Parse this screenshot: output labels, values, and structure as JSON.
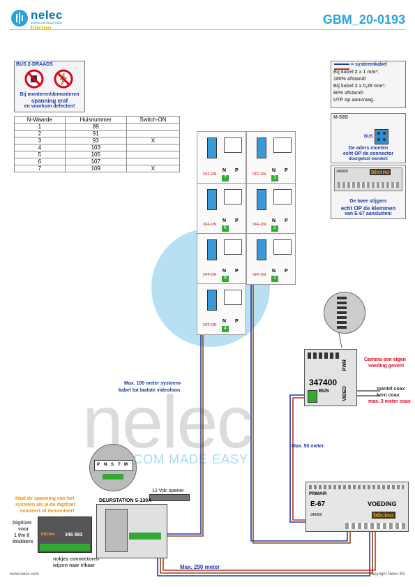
{
  "header": {
    "brand": "nelec",
    "brand_sub": "INTERCOM MADE EASY",
    "brand_partner": "bticino",
    "doc_id": "GBM_20-0193"
  },
  "bus_box": {
    "title": "BUS 2-DRAADS",
    "warning_line1": "Bij monteren/demonteren",
    "warning_line2": "spanning eraf",
    "warning_line3": "en voorkom defecten!"
  },
  "table": {
    "headers": [
      "N-Waarde",
      "Huisnummer",
      "Switch-ON"
    ],
    "rows": [
      [
        "1",
        "89",
        ""
      ],
      [
        "2",
        "91",
        ""
      ],
      [
        "3",
        "93",
        "X"
      ],
      [
        "4",
        "103",
        ""
      ],
      [
        "5",
        "105",
        ""
      ],
      [
        "6",
        "107",
        ""
      ],
      [
        "7",
        "109",
        "X"
      ]
    ]
  },
  "legend_box": {
    "title": "= systeemkabel",
    "line1": "Bij kabel 2 x 1 mm²:",
    "line2": "180% afstand!",
    "line3": "Bij kabel 2 x 0,28 mm²:",
    "line4": "60% afstand!",
    "line5": "UTP op aanvraag."
  },
  "m50b_box": {
    "title": "M-50B",
    "bus_label": "BUS",
    "note1": "De aders moeten",
    "note2": "echt OP de connector",
    "note3": "doorgelust worden!"
  },
  "psu_small_box": {
    "code": "346050",
    "brand": "bticino",
    "note1": "De twee stijgers",
    "note2": "echt OP de klemmen",
    "note3": "van E-67 aansluiten!"
  },
  "videophones": [
    {
      "n": "7",
      "switch": "OFF-ON",
      "label_n": "N",
      "label_p": "P"
    },
    {
      "n": "3",
      "switch": "OFF-ON",
      "label_n": "N",
      "label_p": "P"
    },
    {
      "n": "6",
      "switch": "OFF-ON",
      "label_n": "N",
      "label_p": "P"
    },
    {
      "n": "2",
      "switch": "OFF-ON",
      "label_n": "N",
      "label_p": "P"
    },
    {
      "n": "5",
      "switch": "OFF-ON",
      "label_n": "N",
      "label_p": "P"
    },
    {
      "n": "1",
      "switch": "OFF-ON",
      "label_n": "N",
      "label_p": "P"
    },
    {
      "n": "4",
      "switch": "OFF-ON",
      "label_n": "N",
      "label_p": "P"
    }
  ],
  "module_347400": {
    "code": "347400",
    "label_video": "VIDEO",
    "label_bus": "BUS",
    "label_pwr": "PWR",
    "camera_note1": "Camera een eigen",
    "camera_note2": "voeding geven!",
    "coax1": "mantel coax",
    "coax2": "kern coax",
    "coax3": "max. 3 meter coax"
  },
  "distances": {
    "d100_1": "Max. 100 meter systeem-",
    "d100_2": "kabel tot laatste videofoon",
    "d50": "Max. 50 meter",
    "d290": "Max. 290 meter"
  },
  "door_station": {
    "title": "DEURSTATION S-130A",
    "opener": "12 Vdc opener",
    "warn1": "Haal de spanning van het",
    "warn2": "systeem als je de digitizer",
    "warn3": "monteert of demonteert",
    "digitizer1": "Digitizer",
    "digitizer2": "voor",
    "digitizer3": "1 t/m 8",
    "digitizer4": "drukkers",
    "digitizer_code": "346 993",
    "nokjes1": "nokjes connectoren",
    "nokjes2": "wijzen naar elkaar",
    "terminals": [
      "P",
      "N",
      "S",
      "T",
      "M"
    ]
  },
  "psu_main": {
    "primair": "PRIMAIR",
    "model": "E-67",
    "voeding": "VOEDING",
    "code": "346050",
    "brand": "bticino"
  },
  "footer": {
    "left": "www.nelec.com",
    "right": "Copyright Nelec BV"
  },
  "watermark": {
    "word": "nelec",
    "tagline": "INTERCOM MADE EASY"
  },
  "colors": {
    "brand_blue": "#2aa4dc",
    "warn_red": "#e0001a",
    "warn_orange": "#f29100",
    "cable_blue": "#1e3aa8",
    "cable_brown": "#8a4a1a",
    "cable_red": "#cc2a2a"
  }
}
